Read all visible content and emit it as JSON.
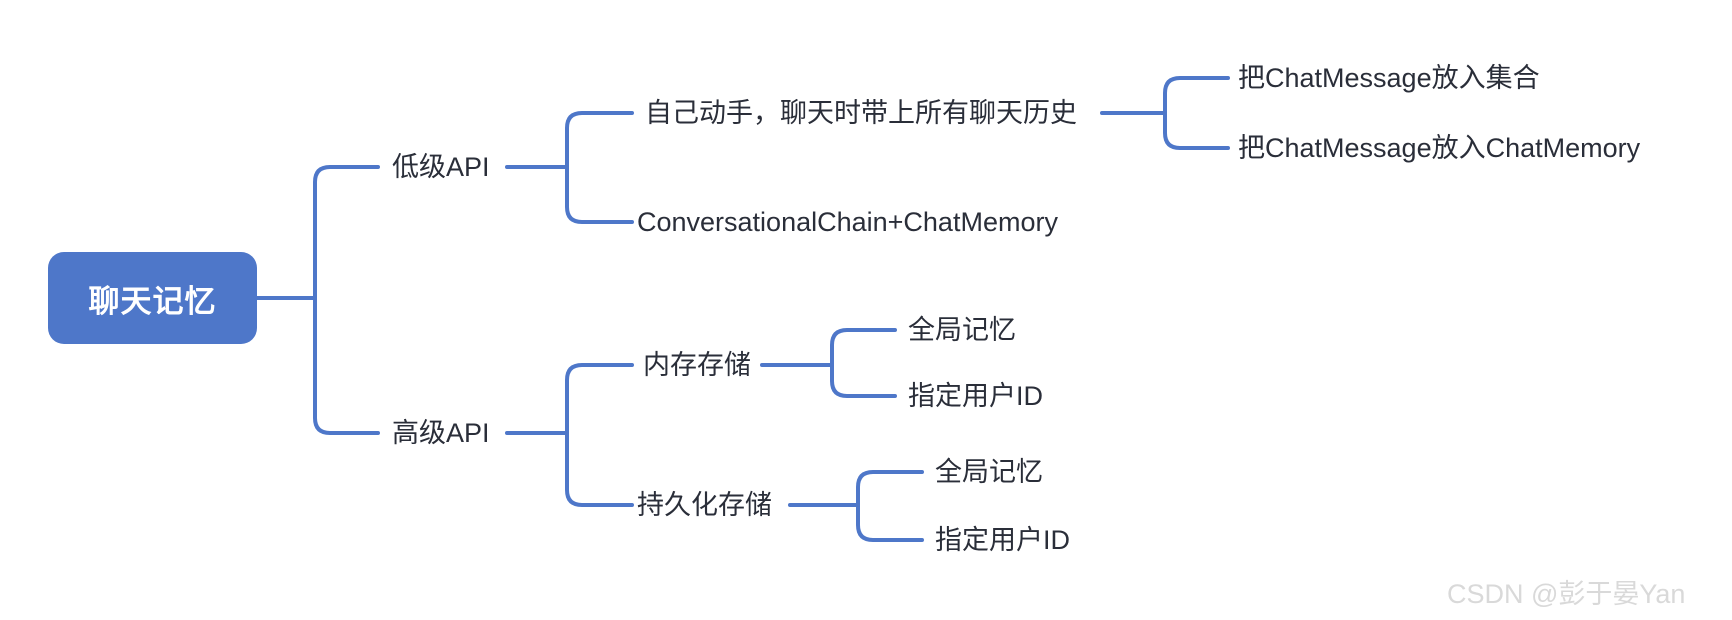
{
  "colors": {
    "accent": "#4e77c9",
    "node_text": "#2a2e39",
    "root_text": "#ffffff",
    "watermark": "#d9d9d9",
    "background": "#ffffff"
  },
  "mindmap": {
    "root": {
      "label": "聊天记忆",
      "children": [
        {
          "label": "低级API",
          "children": [
            {
              "label": "自己动手，聊天时带上所有聊天历史",
              "children": [
                {
                  "label": "把ChatMessage放入集合"
                },
                {
                  "label": "把ChatMessage放入ChatMemory"
                }
              ]
            },
            {
              "label": "ConversationalChain+ChatMemory"
            }
          ]
        },
        {
          "label": "高级API",
          "children": [
            {
              "label": "内存存储",
              "children": [
                {
                  "label": "全局记忆"
                },
                {
                  "label": "指定用户ID"
                }
              ]
            },
            {
              "label": "持久化存储",
              "children": [
                {
                  "label": "全局记忆"
                },
                {
                  "label": "指定用户ID"
                }
              ]
            }
          ]
        }
      ]
    }
  },
  "watermark": {
    "text": "CSDN @彭于晏Yan"
  }
}
